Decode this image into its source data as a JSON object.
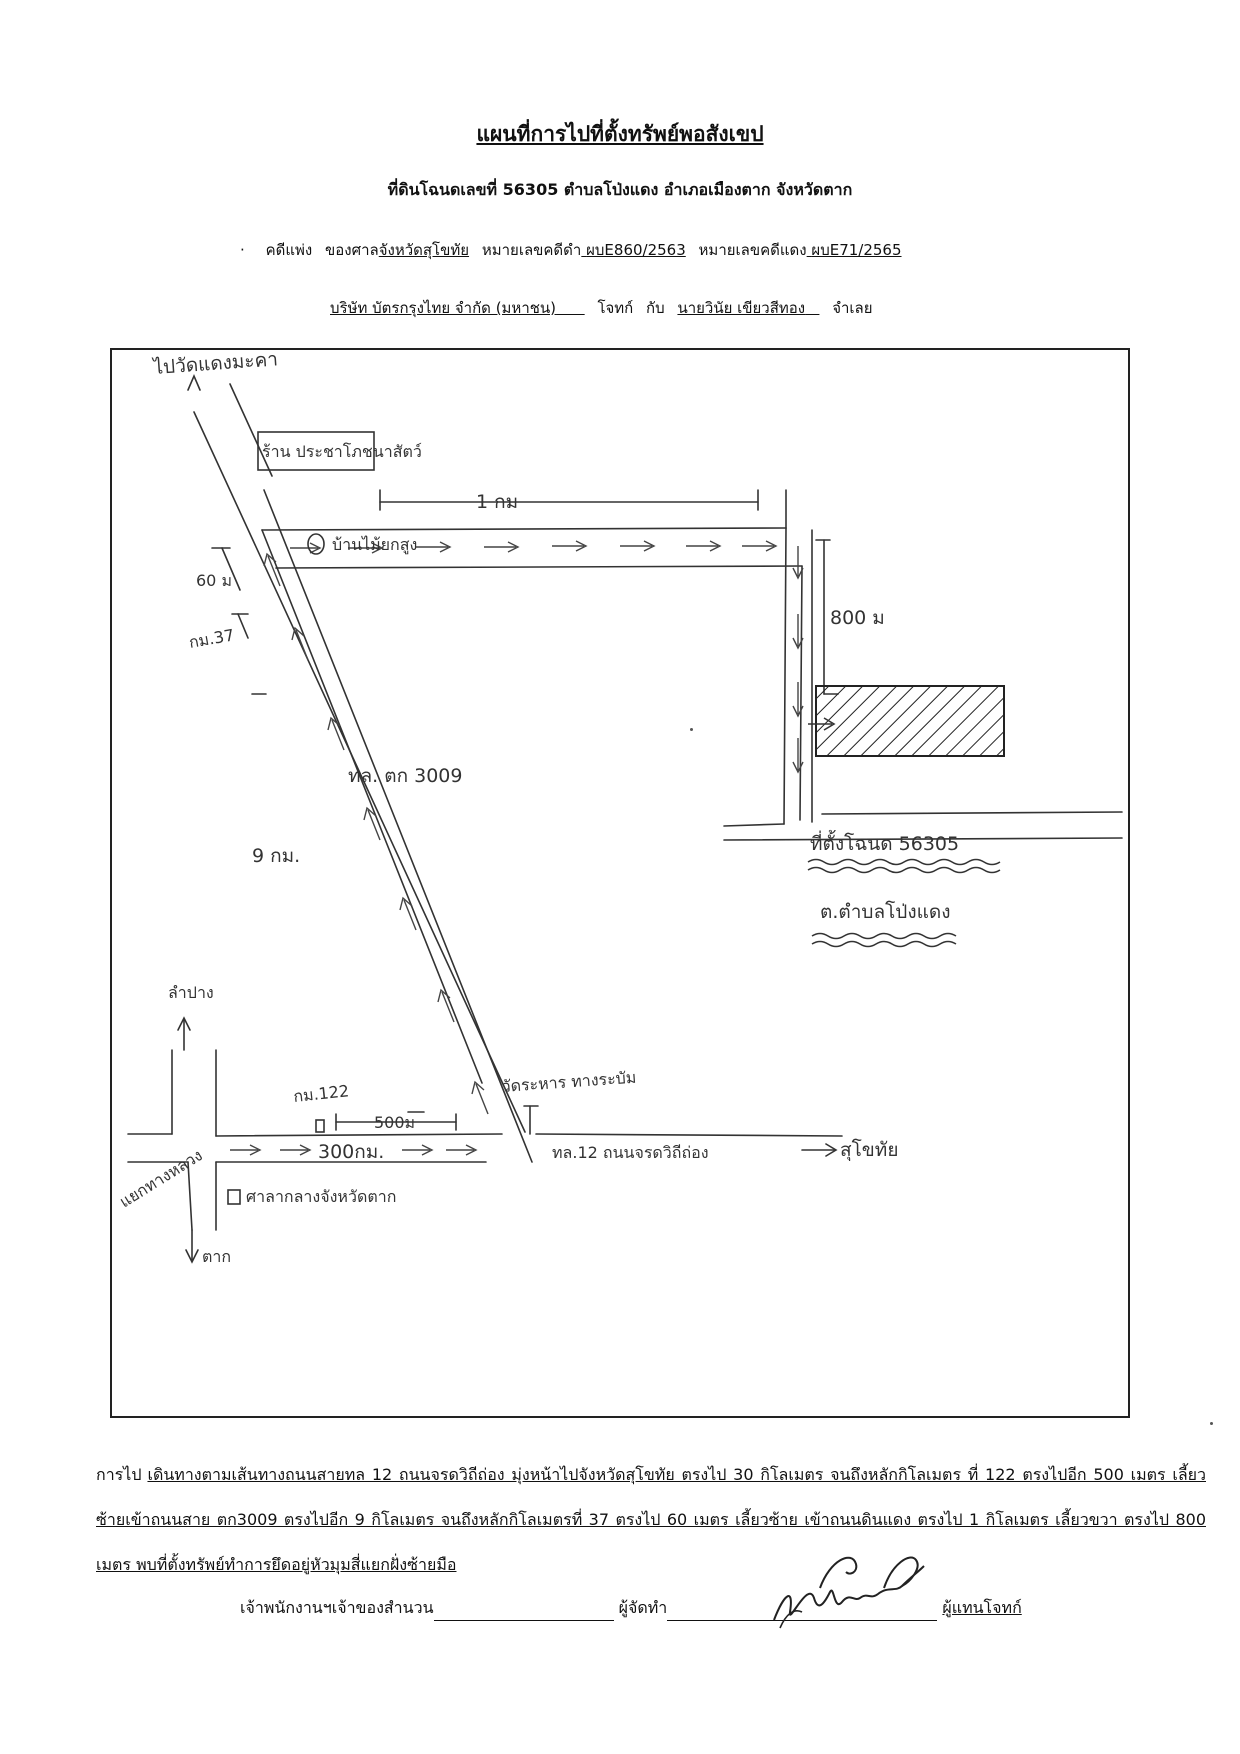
{
  "header": {
    "title": "แผนที่การไปที่ตั้งทรัพย์พอสังเขป",
    "subtitle": "ที่ดินโฉนดเลขที่ 56305  ตำบลโป่งแดง อำเภอเมืองตาก  จังหวัดตาก"
  },
  "case": {
    "bullet": "·",
    "case_type": "คดีแพ่ง",
    "court_prefix": "ของศาล",
    "court_name": "จังหวัดสุโขทัย",
    "black_label": "หมายเลขคดีดำ",
    "black_number": "ผบE860/2563",
    "red_label": "หมายเลขคดีแดง",
    "red_number": "ผบE71/2565"
  },
  "parties": {
    "plaintiff": "บริษัท บัตรกรุงไทย จำกัด (มหาชน)",
    "plaintiff_role": "โจทก์",
    "connector": "กับ",
    "defendant": "นายวินัย เขียวสีทอง",
    "defendant_role": "จำเลย"
  },
  "map": {
    "labels": {
      "to_wat": "ไปวัดแดงมะคา",
      "shop_box": "ร้าน ประชาโภชนาสัตว์",
      "dist_1km": "1 กม",
      "ban_mai": "บ้านไม้ยกสูง",
      "dist_60m": "60 ม",
      "km37": "กม.37",
      "dist_800m": "800 ม",
      "road_3009": "ทล. ตก 3009",
      "dist_9km": "9 กม.",
      "lampang": "ลำปาง",
      "km122": "กม.122",
      "dist_500m": "500ม",
      "dist_300km": "300กม.",
      "temple_sign": "วัดระหาร ทางระบัม",
      "road_12": "ทล.12 ถนนจรดวิถีถ่อง",
      "to_sukhothai": "สุโขทัย",
      "junction": "แยกทางหลวง",
      "city_hall": "ศาลากลางจังหวัดตาก",
      "to_tak": "ตาก",
      "deed": "ที่ตั้งโฉนด 56305",
      "subdistrict": "ต.ตำบลโป่งแดง"
    }
  },
  "directions": {
    "label": "การไป",
    "text": "เดินทางตามเส้นทางถนนสายทล 12 ถนนจรดวิถีถ่อง มุ่งหน้าไปจังหวัดสุโขทัย  ตรงไป 30 กิโลเมตร จนถึงหลักกิโลเมตร ที่ 122 ตรงไปอีก 500 เมตร  เลี้ยวซ้ายเข้าถนนสาย ตก3009  ตรงไปอีก 9 กิโลเมตร  จนถึงหลักกิโลเมตรที่ 37 ตรงไป  60 เมตร เลี้ยวซ้าย เข้าถนนดินแดง    ตรงไป 1 กิโลเมตร เลี้ยวขวา ตรงไป 800 เมตร พบที่ตั้งทรัพย์ทำการยึดอยู่หัวมุมสี่แยกฝั่งซ้ายมือ"
  },
  "signatures": {
    "officer_label": "เจ้าพนักงานฯเจ้าของสำนวน",
    "maker_label": "ผู้จัดทำ",
    "rep_label": "ผู้แทนโจทก์"
  }
}
